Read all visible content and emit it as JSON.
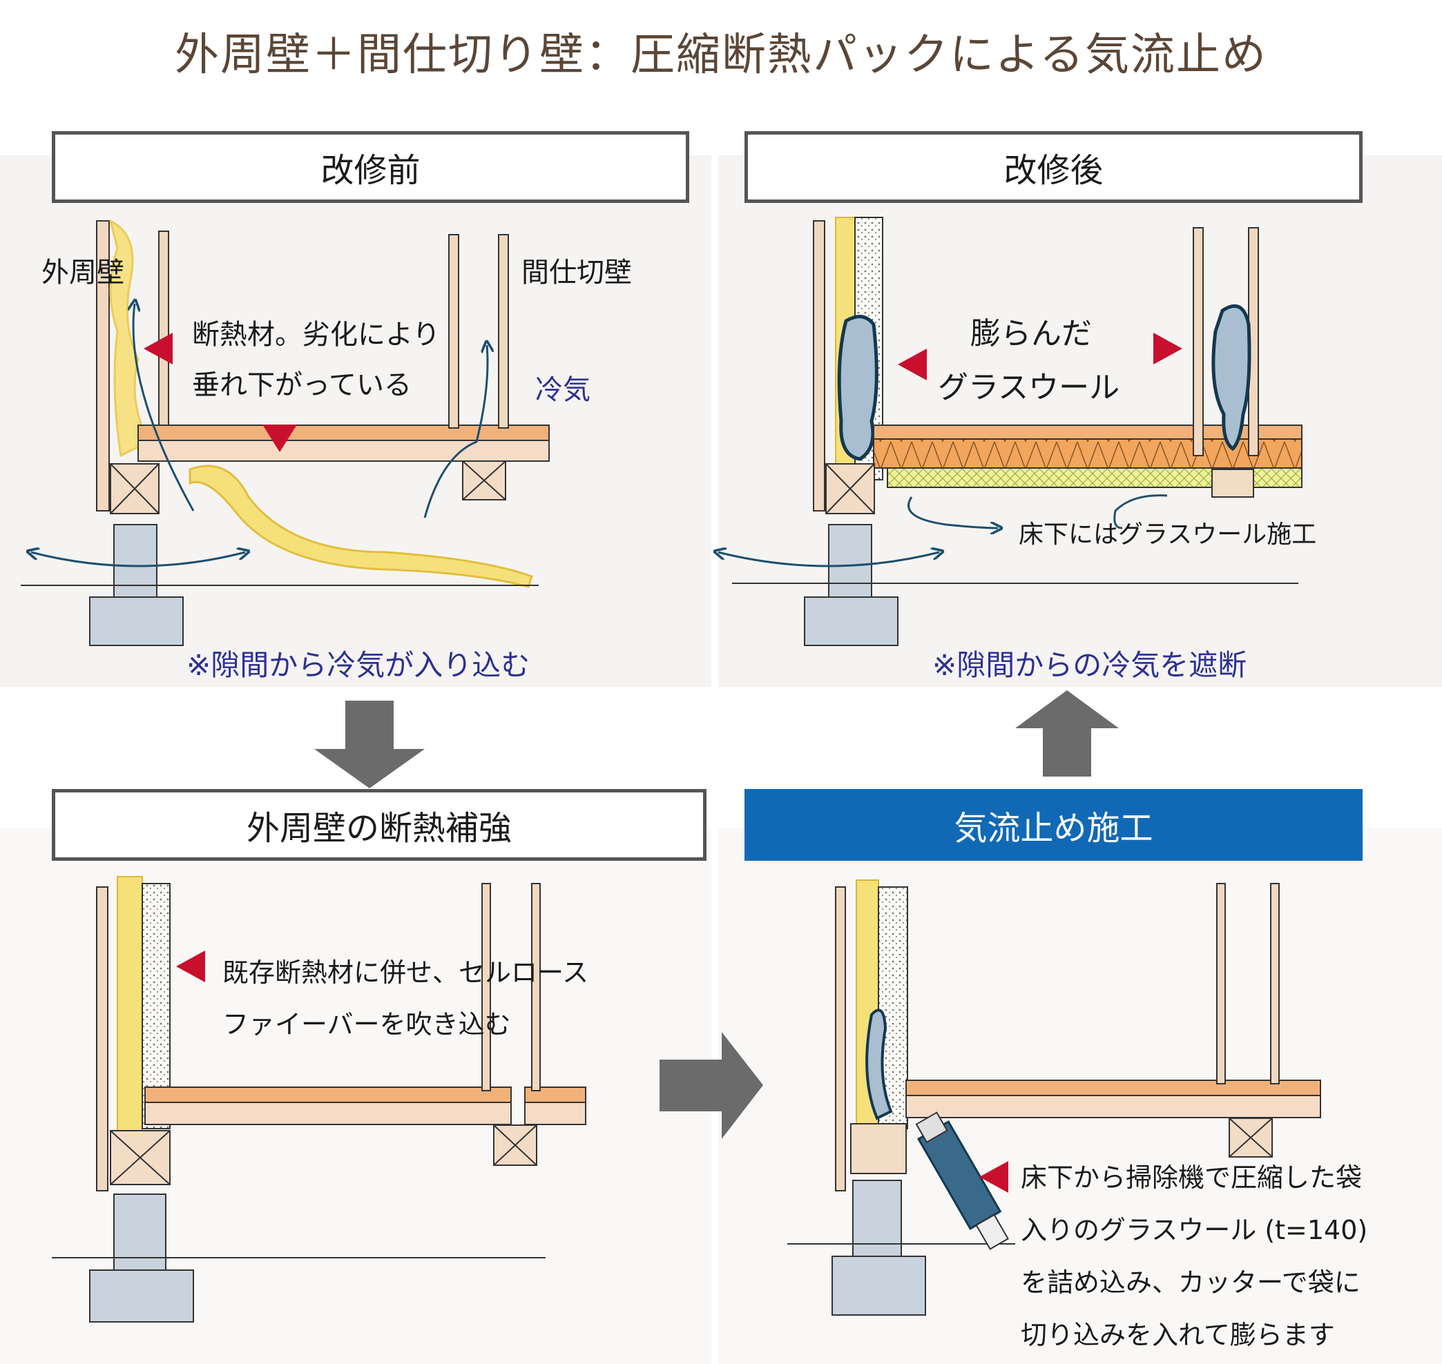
{
  "title": "外周壁＋間仕切り壁：圧縮断熱パックによる気流止め",
  "panels": {
    "before": {
      "heading": "改修前",
      "outer_wall": "外周壁",
      "partition": "間仕切壁",
      "note_line1": "断熱材。劣化により",
      "note_line2": "垂れ下がっている",
      "cold_air": "冷気",
      "caption": "※隙間から冷気が入り込む"
    },
    "after": {
      "heading": "改修後",
      "swell_line1": "膨らんだ",
      "swell_line2": "グラスウール",
      "floor_note": "床下にはグラスウール施工",
      "caption": "※隙間からの冷気を遮断"
    },
    "reinforce": {
      "heading": "外周壁の断熱補強",
      "note_line1": "既存断熱材に併せ、セルロース",
      "note_line2": "ファイーバーを吹き込む"
    },
    "airstop": {
      "heading": "気流止め施工",
      "lines": [
        "床下から掃除機で圧縮した袋",
        "入りのグラスウール (t=140)",
        "を詰め込み、カッターで袋に",
        "切り込みを入れて膨らます"
      ]
    }
  },
  "colors": {
    "title": "#5b4636",
    "caption_navy": "#2d3190",
    "blue_header": "#1169b5",
    "marker_red": "#c8102e",
    "arrow_gray": "#6b6b6b",
    "insulation_yellow": "#f3dc6a",
    "airflow_line": "#1f4f6e"
  }
}
